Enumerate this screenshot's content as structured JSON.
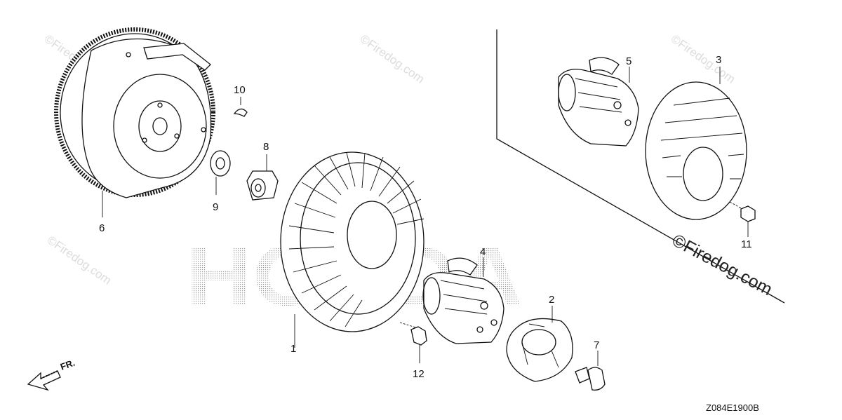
{
  "diagram": {
    "callouts": [
      {
        "id": "1",
        "label": "1"
      },
      {
        "id": "2",
        "label": "2"
      },
      {
        "id": "3",
        "label": "3"
      },
      {
        "id": "4",
        "label": "4"
      },
      {
        "id": "5",
        "label": "5"
      },
      {
        "id": "6",
        "label": "6"
      },
      {
        "id": "7",
        "label": "7"
      },
      {
        "id": "8",
        "label": "8"
      },
      {
        "id": "9",
        "label": "9"
      },
      {
        "id": "10",
        "label": "10"
      },
      {
        "id": "11",
        "label": "11"
      },
      {
        "id": "12",
        "label": "12"
      }
    ],
    "direction_label": "FR.",
    "diagram_code": "Z084E1900B",
    "watermark_small": "©Firedog.com",
    "watermark_large": "©Firedog.com",
    "brand_background": "HONDA",
    "colors": {
      "line": "#111111",
      "watermark": "#dcdcdc",
      "background": "#ffffff"
    }
  }
}
